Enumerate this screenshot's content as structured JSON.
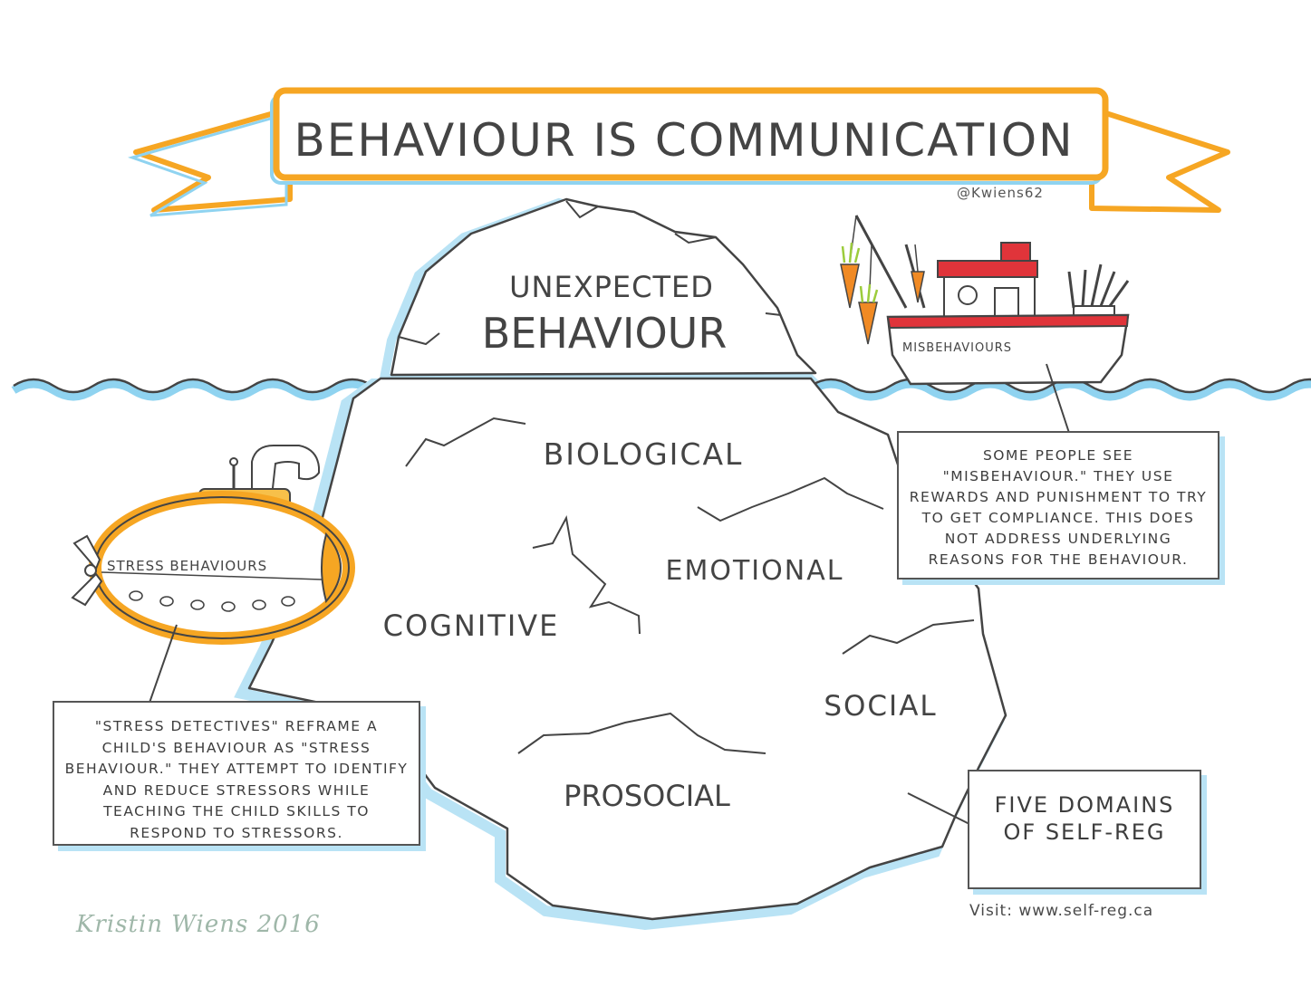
{
  "title": "BEHAVIOUR IS COMMUNICATION",
  "handle": "@Kwiens62",
  "iceberg": {
    "tip_line1": "UNEXPECTED",
    "tip_line2": "BEHAVIOUR",
    "domains": [
      "BIOLOGICAL",
      "EMOTIONAL",
      "COGNITIVE",
      "SOCIAL",
      "PROSOCIAL"
    ]
  },
  "boat": {
    "label": "MISBEHAVIOURS"
  },
  "submarine": {
    "label": "STRESS BEHAVIOURS"
  },
  "notes": {
    "misbehaviour": "SOME PEOPLE SEE \"MISBEHAVIOUR.\" THEY USE REWARDS AND PUNISHMENT TO TRY TO GET COMPLIANCE. THIS DOES NOT ADDRESS UNDERLYING REASONS FOR THE BEHAVIOUR.",
    "stress": "\"STRESS DETECTIVES\" REFRAME A CHILD'S BEHAVIOUR AS \"STRESS BEHAVIOUR.\" THEY ATTEMPT TO IDENTIFY AND REDUCE STRESSORS WHILE TEACHING THE CHILD SKILLS TO RESPOND TO STRESSORS.",
    "domains": "FIVE DOMAINS OF SELF-REG"
  },
  "visit": "Visit: www.self-reg.ca",
  "signature": "Kristin Wiens 2016",
  "colors": {
    "banner": "#f6a623",
    "water": "#8fd3f0",
    "outline": "#444444",
    "boat_red": "#e0343a",
    "carrot": "#f08a24"
  }
}
